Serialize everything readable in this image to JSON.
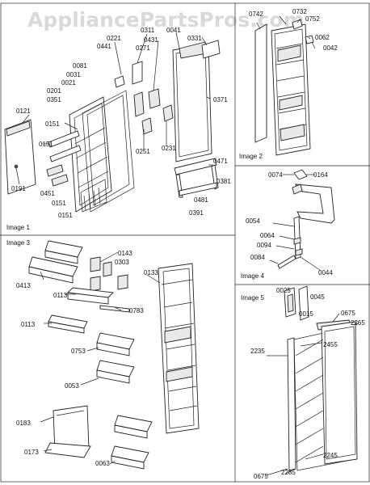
{
  "watermark": "AppliancePartsPros.com",
  "panels": {
    "image1": {
      "title": "Image 1",
      "labels": [
        "0221",
        "0311",
        "0041",
        "0331",
        "0441",
        "0271",
        "0431",
        "0081",
        "0031",
        "0021",
        "0201",
        "0351",
        "0121",
        "0151",
        "0371",
        "0151",
        "0231",
        "0251",
        "0471",
        "0381",
        "0481",
        "0391",
        "0191",
        "0451",
        "0151",
        "0151"
      ]
    },
    "image2": {
      "title": "Image 2",
      "labels": [
        "0742",
        "0732",
        "0752",
        "0062",
        "0042"
      ]
    },
    "image3": {
      "title": "Image 3",
      "labels": [
        "0143",
        "0303",
        "0133",
        "0413",
        "0113",
        "0783",
        "0113",
        "0753",
        "0053",
        "0183",
        "0173",
        "0063"
      ]
    },
    "image4": {
      "title": "Image 4",
      "labels": [
        "0074",
        "0164",
        "0054",
        "0064",
        "0094",
        "0084",
        "0044"
      ]
    },
    "image5": {
      "title": "Image 5",
      "labels": [
        "0025",
        "0045",
        "0015",
        "0675",
        "2265",
        "2235",
        "2455",
        "2245",
        "0675",
        "2285"
      ]
    }
  }
}
